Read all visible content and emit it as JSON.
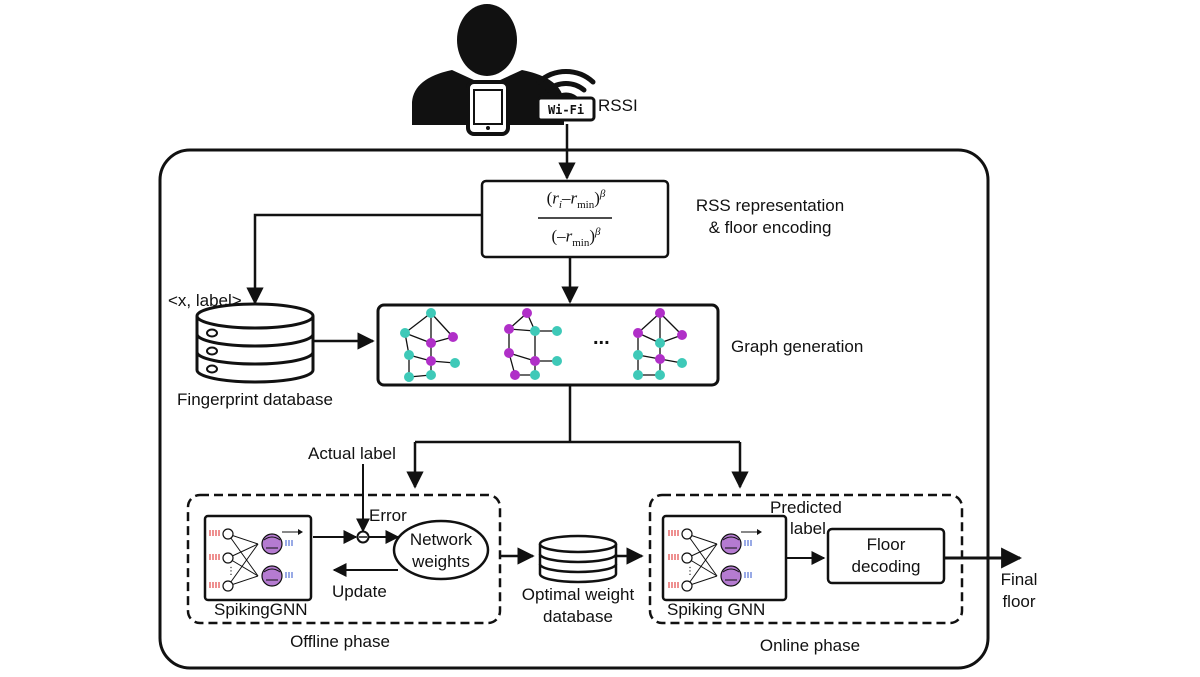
{
  "input": {
    "signal_label": "RSSI",
    "wifi_badge": "Wi-Fi"
  },
  "rss_block": {
    "label_line1": "RSS representation",
    "label_line2": "& floor encoding",
    "numerator": {
      "open": "(",
      "r": "r",
      "r_sub": "i",
      "minus": "–",
      "r2": "r",
      "r2_sub": "min",
      "close": ")",
      "exp": "β"
    },
    "denominator": {
      "open": "(–",
      "r": "r",
      "r_sub": "min",
      "close": ")",
      "exp": "β"
    }
  },
  "database": {
    "tuple_label": "<x, label>",
    "name": "Fingerprint database"
  },
  "graph": {
    "label": "Graph generation",
    "ellipsis": "..."
  },
  "offline": {
    "actual_label": "Actual label",
    "error_label": "Error",
    "weights_line1": "Network",
    "weights_line2": "weights",
    "update_label": "Update",
    "model_label": "SpikingGNN",
    "phase_label": "Offline phase"
  },
  "optimal_db": {
    "line1": "Optimal weight",
    "line2": "database"
  },
  "online": {
    "predicted_line1": "Predicted",
    "predicted_line2": "label",
    "decoding_line1": "Floor",
    "decoding_line2": "decoding",
    "model_label": "Spiking GNN",
    "phase_label": "Online phase"
  },
  "output": {
    "line1": "Final",
    "line2": "floor"
  },
  "colors": {
    "node_teal": "#3ec9b8",
    "node_magenta": "#b02fc8",
    "stroke": "#111111",
    "neuron": "#b57bd1"
  }
}
